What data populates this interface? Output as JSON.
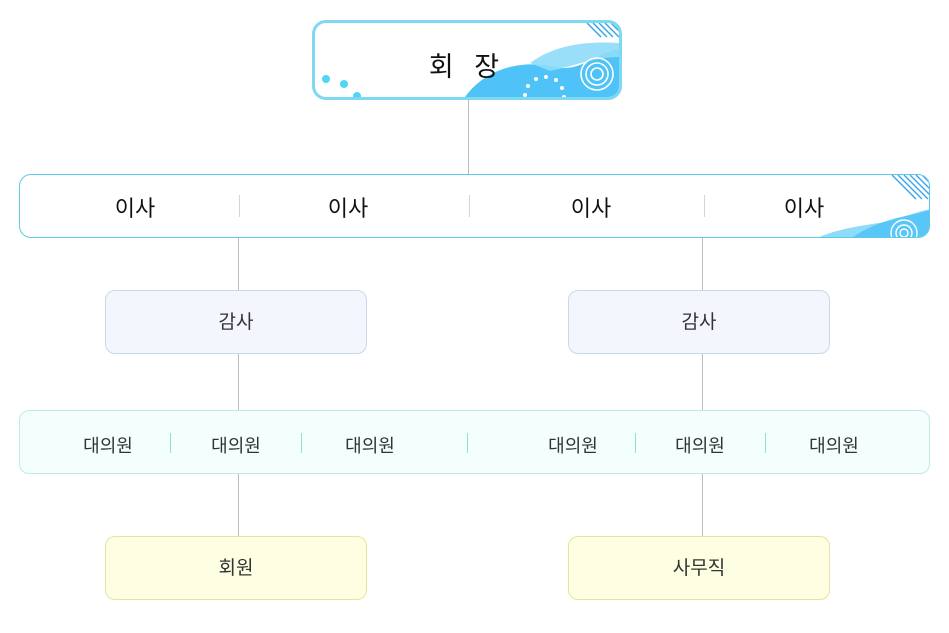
{
  "chairman": {
    "label": "회 장"
  },
  "directors": [
    "이사",
    "이사",
    "이사",
    "이사"
  ],
  "auditors": [
    "감사",
    "감사"
  ],
  "delegates_left": [
    "대의원",
    "대의원",
    "대의원"
  ],
  "delegates_right": [
    "대의원",
    "대의원",
    "대의원"
  ],
  "bottom": {
    "left": "회원",
    "right": "사무직"
  },
  "colors": {
    "chairman_border": "#7dd9f2",
    "directors_border": "#5cc8ea",
    "wave_blue": "#4fc3f7",
    "wave_light": "#8fdcf8",
    "auditor_fill": "#f3f7fd",
    "delegate_fill": "#f3fefd",
    "bottom_fill": "#fefee3",
    "connector": "#bdbdbd"
  }
}
